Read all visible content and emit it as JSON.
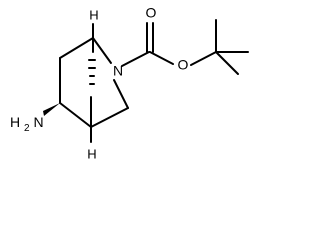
{
  "molecule": {
    "atoms": {
      "h_top": "H",
      "n_ring": "N",
      "o_carbonyl": "O",
      "o_ester": "O",
      "amine": "H2N",
      "amine_h": "H",
      "amine_n": "N",
      "amine_sub": "2",
      "h_bottom": "H"
    }
  },
  "colors": {
    "bond": "#000000",
    "label": "#000000",
    "background": "#ffffff"
  }
}
